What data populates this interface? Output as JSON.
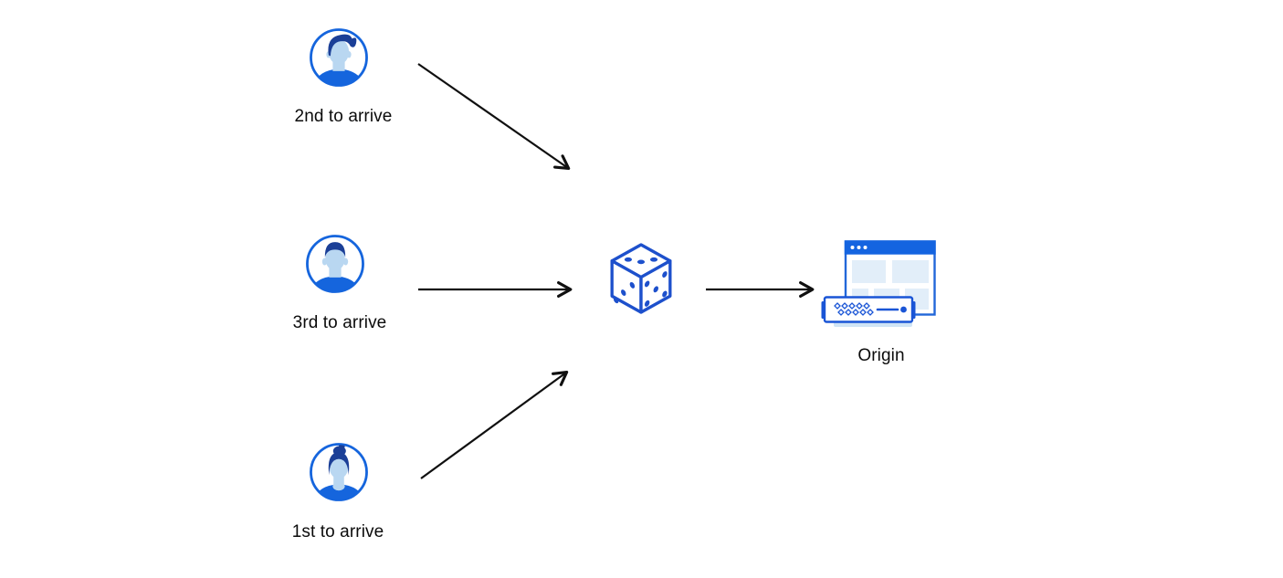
{
  "diagram": {
    "actors": [
      {
        "id": "actor-2nd",
        "label": "2nd to arrive",
        "icon": "avatar-man-pompadour-icon"
      },
      {
        "id": "actor-3rd",
        "label": "3rd to arrive",
        "icon": "avatar-man-short-hair-icon"
      },
      {
        "id": "actor-1st",
        "label": "1st to arrive",
        "icon": "avatar-woman-bun-icon"
      }
    ],
    "randomizer": {
      "icon": "dice-icon"
    },
    "origin": {
      "label": "Origin",
      "icon": "origin-server-icon"
    },
    "edges": [
      {
        "from": "2nd to arrive",
        "to": "dice"
      },
      {
        "from": "3rd to arrive",
        "to": "dice"
      },
      {
        "from": "1st to arrive",
        "to": "dice"
      },
      {
        "from": "dice",
        "to": "Origin"
      }
    ],
    "colors": {
      "accent_blue": "#1565dd",
      "hair_navy": "#1b3f97",
      "skin_light_blue": "#b9d7f1",
      "dice_blue": "#1d50cc",
      "titlebar_blue": "#1464e0",
      "window_border_blue": "#2267d9",
      "panel_light_blue": "#e2eef9",
      "server_border_blue": "#1a55d6",
      "server_base_blue": "#cfe4f5",
      "arrow_black": "#101010",
      "text_black": "#0b0b0b"
    }
  }
}
